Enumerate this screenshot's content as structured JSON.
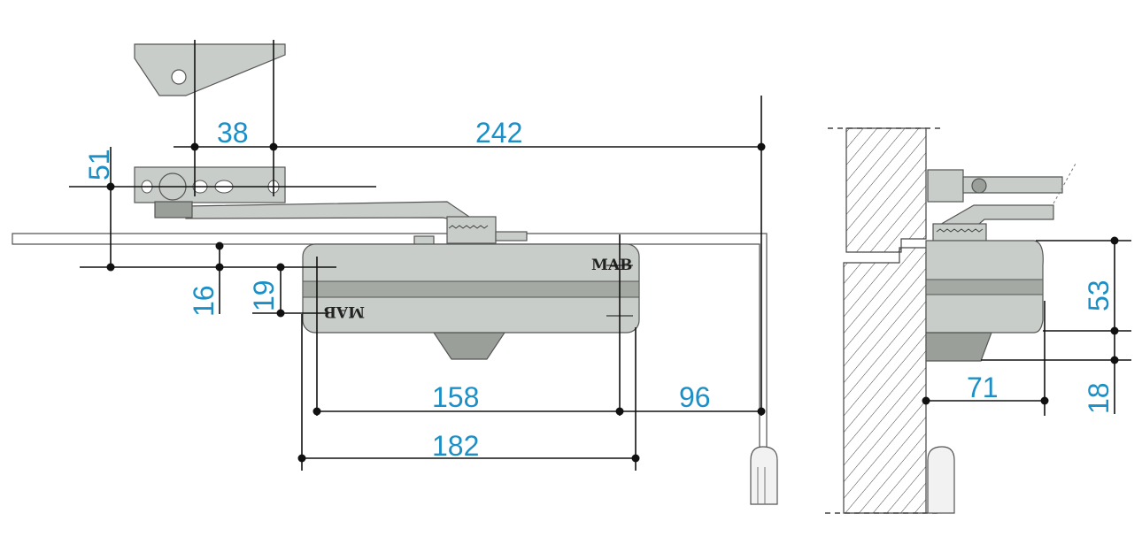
{
  "diagram": {
    "colors": {
      "dimension_text": "#1b8fc6",
      "body": "#c9cdc9",
      "band": "#a4a9a4"
    },
    "front_view": {
      "dimensions": {
        "bracket_hole_spacing": "38",
        "bracket_to_frame": "242",
        "arm_height": "51",
        "frame_offset": "16",
        "screw_spacing_vertical": "19",
        "screw_spacing_horizontal": "158",
        "body_to_frame": "96",
        "body_length": "182"
      },
      "logo_text": "MAB"
    },
    "side_view": {
      "dimensions": {
        "body_height": "53",
        "shoe_height": "18",
        "body_depth": "71"
      }
    }
  }
}
